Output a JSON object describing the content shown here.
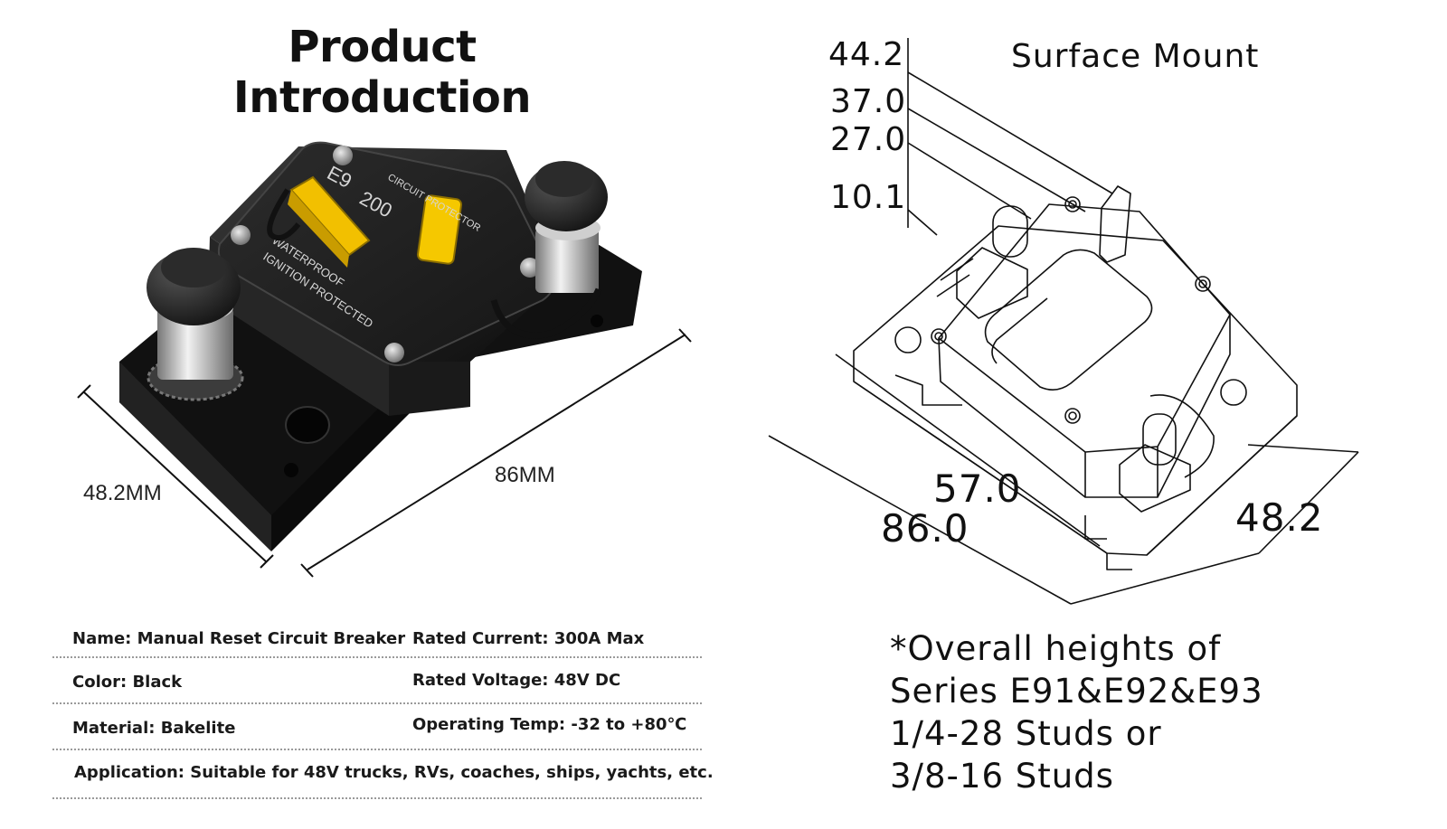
{
  "title": "Product Introduction",
  "photo": {
    "label_e9": "E9",
    "label_rating": "200",
    "label_circuit_protector": "CIRCUIT PROTECTOR",
    "label_waterproof": "WATERPROOF",
    "label_ignition": "IGNITION PROTECTED",
    "width_label": "48.2MM",
    "length_label": "86MM"
  },
  "specs": [
    {
      "left": "Name: Manual Reset Circuit Breaker",
      "right": "Rated Current: 300A Max"
    },
    {
      "left": "Color: Black",
      "right": "Rated Voltage: 48V DC"
    },
    {
      "left": "Material: Bakelite",
      "right": "Operating Temp: -32 to +80℃"
    },
    {
      "full": "Application:  Suitable for 48V trucks, RVs, coaches, ships, yachts, etc."
    }
  ],
  "drawing": {
    "mount_title": "Surface Mount",
    "heights": [
      "44.2",
      "37.0",
      "27.0",
      "10.1"
    ],
    "dim_57": "57.0",
    "dim_86": "86.0",
    "dim_48": "48.2"
  },
  "note": [
    "*Overall heights of",
    "Series E91&E92&E93",
    "1/4-28  Studs  or",
    "3/8-16  Studs"
  ],
  "colors": {
    "accent_yellow": "#f2c000",
    "body_black": "#1b1b1b"
  }
}
